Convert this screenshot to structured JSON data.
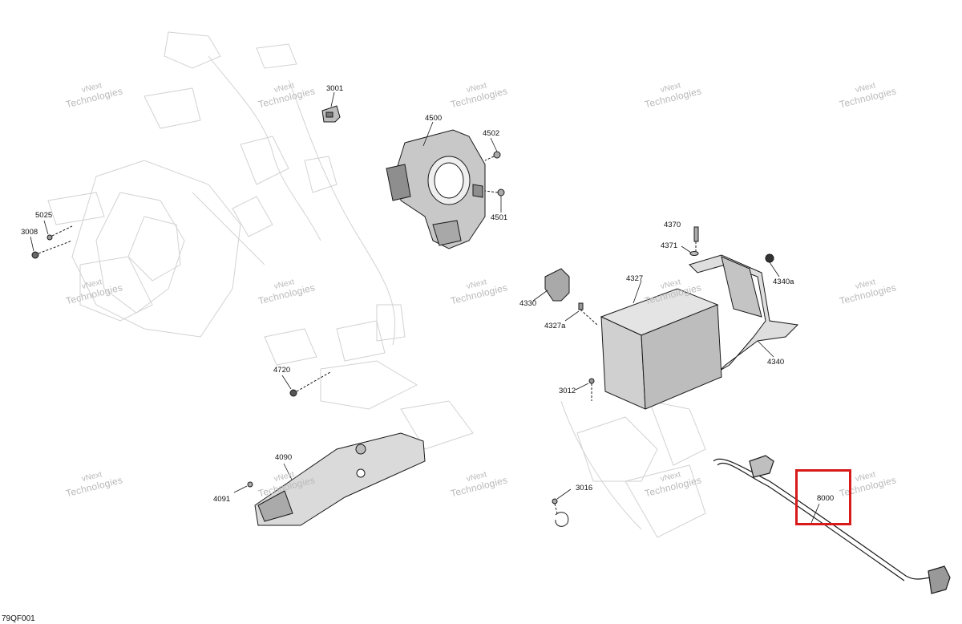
{
  "figure": {
    "code": "79QF001",
    "watermark": {
      "line1": "vNext",
      "line2": "Technologies"
    }
  },
  "callouts": [
    {
      "id": "3001",
      "label": "3001"
    },
    {
      "id": "4500",
      "label": "4500"
    },
    {
      "id": "4502",
      "label": "4502"
    },
    {
      "id": "4501",
      "label": "4501"
    },
    {
      "id": "5025",
      "label": "5025"
    },
    {
      "id": "3008",
      "label": "3008"
    },
    {
      "id": "4370",
      "label": "4370"
    },
    {
      "id": "4371",
      "label": "4371"
    },
    {
      "id": "4340a",
      "label": "4340a"
    },
    {
      "id": "4327",
      "label": "4327"
    },
    {
      "id": "4330",
      "label": "4330"
    },
    {
      "id": "4327a",
      "label": "4327a"
    },
    {
      "id": "4340",
      "label": "4340"
    },
    {
      "id": "3012",
      "label": "3012"
    },
    {
      "id": "4720",
      "label": "4720"
    },
    {
      "id": "4090",
      "label": "4090"
    },
    {
      "id": "4091",
      "label": "4091"
    },
    {
      "id": "3016",
      "label": "3016"
    },
    {
      "id": "8000",
      "label": "8000"
    }
  ],
  "highlight": {
    "callout": "8000",
    "color": "#d81a1a"
  },
  "colors": {
    "line": "#1a1a1a",
    "faint": "#cfcfcf",
    "fill": "#c8c8c8",
    "dark": "#8e8e8e"
  }
}
